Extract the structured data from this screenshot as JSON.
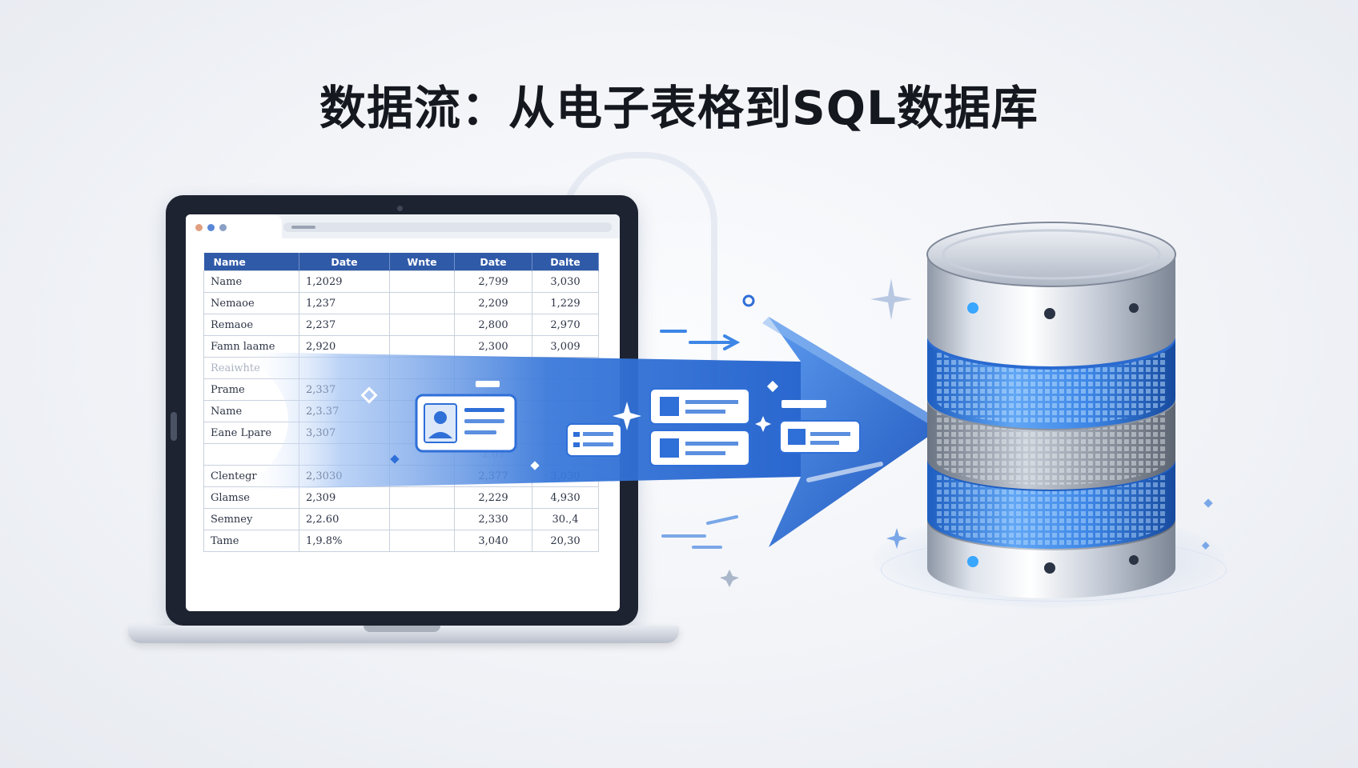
{
  "title": "数据流：从电子表格到SQL数据库",
  "colors": {
    "accent_blue": "#2f6fd8",
    "header_blue": "#2f5aa8",
    "laptop_frame": "#1d2330",
    "background": "#f1f3f7"
  },
  "browser": {
    "dots": [
      "#e0a080",
      "#5a86d8",
      "#8aa0c4"
    ]
  },
  "spreadsheet": {
    "headers": [
      "Name",
      "Date",
      "Wnte",
      "Date",
      "Dalte"
    ],
    "rows": [
      {
        "name": "Name",
        "date": "1,2029",
        "wnte": "",
        "date2": "2,799",
        "dalte": "3,030",
        "faded": false
      },
      {
        "name": "Nemaoe",
        "date": "1,237",
        "wnte": "",
        "date2": "2,209",
        "dalte": "1,229",
        "faded": false
      },
      {
        "name": "Remaoe",
        "date": "2,237",
        "wnte": "",
        "date2": "2,800",
        "dalte": "2,970",
        "faded": false
      },
      {
        "name": "Famn laame",
        "date": "2,920",
        "wnte": "",
        "date2": "2,300",
        "dalte": "3,009",
        "faded": false
      },
      {
        "name": "Reaiwhte",
        "date": "",
        "wnte": "",
        "date2": "",
        "dalte": "",
        "faded": true
      },
      {
        "name": "Prame",
        "date": "2,337",
        "wnte": "",
        "date2": "",
        "dalte": "",
        "faded": false
      },
      {
        "name": "Name",
        "date": "2,3.37",
        "wnte": "",
        "date2": "",
        "dalte": "",
        "faded": false
      },
      {
        "name": "Eane Lpare",
        "date": "3,307",
        "wnte": "",
        "date2": "",
        "dalte": "",
        "faded": false
      },
      {
        "name": "",
        "date": "",
        "wnte": "",
        "date2": "2,07",
        "dalte": "",
        "faded": true
      },
      {
        "name": "Clentegr",
        "date": "2,3030",
        "wnte": "",
        "date2": "2,377",
        "dalte": "3,030",
        "faded": false
      },
      {
        "name": "Glamse",
        "date": "2,309",
        "wnte": "",
        "date2": "2,229",
        "dalte": "4,930",
        "faded": false
      },
      {
        "name": "Semney",
        "date": "2,2.60",
        "wnte": "",
        "date2": "2,330",
        "dalte": "30.,4",
        "faded": false
      },
      {
        "name": "Tame",
        "date": "1,9.8%",
        "wnte": "",
        "date2": "3,040",
        "dalte": "20,30",
        "faded": false
      }
    ]
  }
}
